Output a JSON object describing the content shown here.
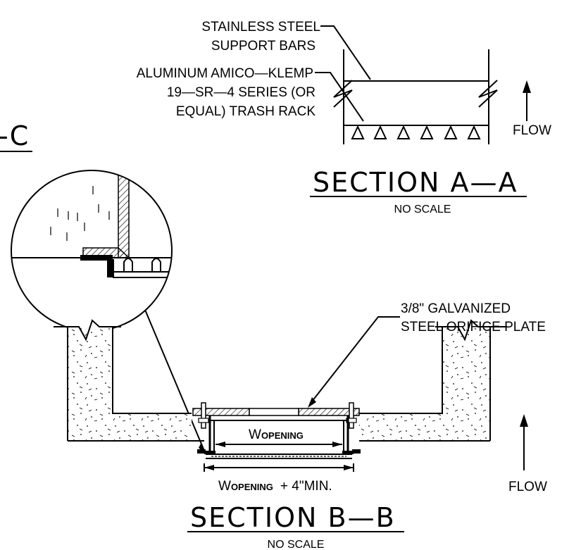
{
  "section_a": {
    "title": "SECTION A—A",
    "scale": "NO SCALE",
    "label_support_bars_1": "STAINLESS STEEL",
    "label_support_bars_2": "SUPPORT BARS",
    "label_trash_rack_1": "ALUMINUM AMICO—KLEMP",
    "label_trash_rack_2": "19—SR—4 SERIES (OR",
    "label_trash_rack_3": "EQUAL) TRASH RACK",
    "flow": "FLOW"
  },
  "section_c_fragment": "-C",
  "section_b": {
    "title": "SECTION B—B",
    "scale": "NO SCALE",
    "label_plate_1": "3/8\" GALVANIZED",
    "label_plate_2": "STEEL ORIFICE PLATE",
    "w_opening_inner_main": "W",
    "w_opening_inner_sub": "OPENING",
    "w_opening_outer_main": "W",
    "w_opening_outer_sub": "OPENING",
    "w_opening_outer_suffix": "+ 4\"MIN.",
    "flow": "FLOW"
  },
  "colors": {
    "line": "#000000",
    "background": "#ffffff"
  }
}
